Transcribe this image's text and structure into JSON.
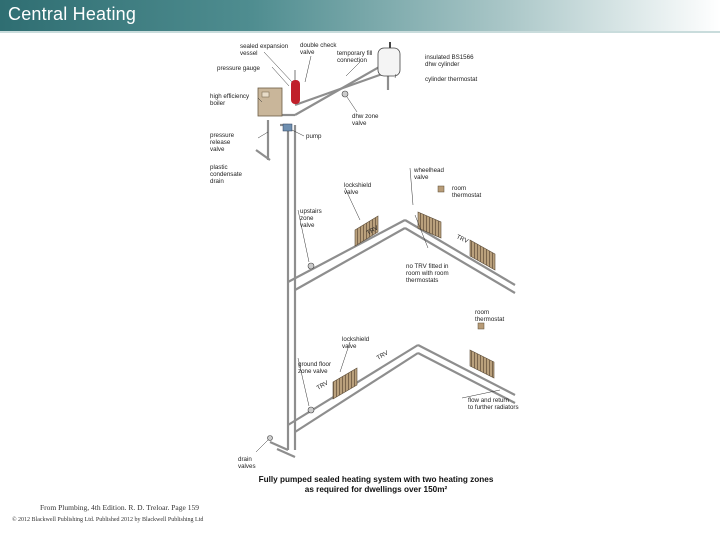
{
  "header": {
    "title": "Central Heating"
  },
  "diagram": {
    "labels": {
      "sealed_expansion_vessel": [
        "sealed expansion",
        "vessel"
      ],
      "double_check_valve": [
        "double check",
        "valve"
      ],
      "temporary_fill_connection": [
        "temporary fill",
        "connection"
      ],
      "insulated_dhw_cylinder": [
        "insulated BS1566",
        "dhw cylinder"
      ],
      "pressure_gauge": "pressure gauge",
      "cylinder_thermostat": "cylinder thermostat",
      "high_efficiency_boiler": [
        "high efficiency",
        "boiler"
      ],
      "dhw_zone_valve": [
        "dhw zone",
        "valve"
      ],
      "pressure_release_valve": [
        "pressure",
        "release",
        "valve"
      ],
      "pump": "pump",
      "plastic_condensate_drain": [
        "plastic",
        "condensate",
        "drain"
      ],
      "wheelhead_valve": [
        "wheelhead",
        "valve"
      ],
      "room_thermostat_upper": [
        "room",
        "thermostat"
      ],
      "lockshield_valve_upper": [
        "lockshield",
        "valve"
      ],
      "upstairs_zone_valve": [
        "upstairs",
        "zone",
        "valve"
      ],
      "trv": "TRV",
      "no_trv_note": [
        "no TRV fitted in",
        "room with room",
        "thermostats"
      ],
      "room_thermostat_lower": [
        "room",
        "thermostat"
      ],
      "lockshield_valve_lower": [
        "lockshield",
        "valve"
      ],
      "ground_floor_zone_valve": [
        "ground floor",
        "zone valve"
      ],
      "flow_and_return": [
        "flow and return",
        "to further radiators"
      ],
      "drain_valves": [
        "drain",
        "valves"
      ]
    },
    "caption": [
      "Fully pumped sealed heating system with two heating zones",
      "as required for dwellings over 150m²"
    ]
  },
  "footer": {
    "source": "From Plumbing, 4th Edition. R. D. Treloar. Page 159",
    "copyright": "© 2012 Blackwell Publishing Ltd. Published 2012 by Blackwell Publishing Ltd"
  },
  "colors": {
    "expansion_vessel": "#c0202a",
    "boiler": "#c9b69a",
    "radiator": "#a98f6c",
    "pipe": "#8e8e8e",
    "header_start": "#2f6e72"
  }
}
